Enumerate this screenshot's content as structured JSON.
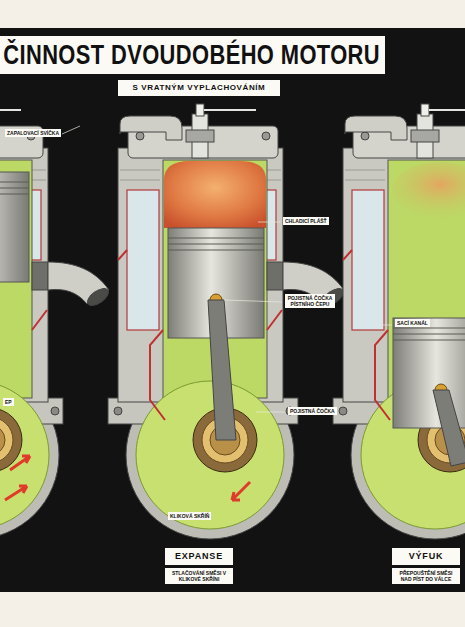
{
  "diagram": {
    "title": "ČINNOST DVOUDOBÉHO MOTORU",
    "nodes": [
      {
        "text": [
          "S VRATNÝM VYPLACHOVÁNÍM"
        ]
      },
      {
        "text": [
          "ZAPALOVACÍ SVÍČKA"
        ]
      },
      {
        "text": [
          "CHLADICÍ PLÁŠŤ"
        ]
      },
      {
        "text": [
          "POJISTNÁ ČOČKA PÍSTNÍHO ČEPU"
        ]
      },
      {
        "text": [
          "SACÍ KANÁL"
        ]
      },
      {
        "text": [
          "POJISTNÁ ČOČKA"
        ]
      },
      {
        "text": [
          "KLIKOVÁ SKŘÍŇ"
        ]
      },
      {
        "text": [
          "EXPANSE",
          "STLAČOVÁNÍ SMĚSI V KLIKOVÉ SKŘÍNI"
        ]
      },
      {
        "text": [
          "VÝFUK",
          "PŘEPOUŠTĚNÍ SMĚSI NAD PÍST DO VÁLCE"
        ]
      }
    ],
    "labels": [
      "EP"
    ]
  }
}
